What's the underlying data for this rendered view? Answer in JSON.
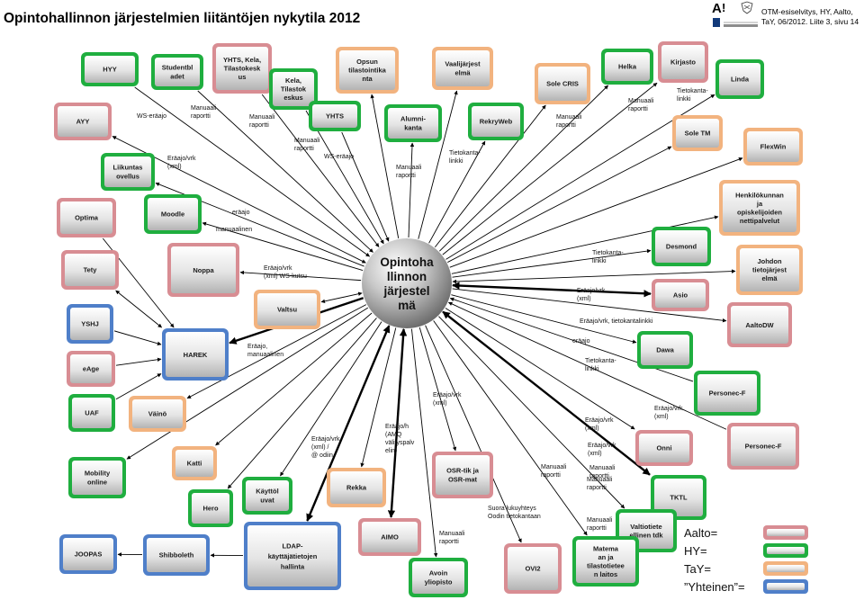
{
  "title": "Opintohallinnon järjestelmien liitäntöjen nykytila 2012",
  "header_note": [
    "OTM-esiselvitys, HY, Aalto,",
    "TaY, 06/2012. Liite 3, sivu 14"
  ],
  "colors": {
    "aalto": "#d88d93",
    "hy": "#1fae3f",
    "tay": "#f2b37f",
    "shared": "#4f7fc9"
  },
  "center": {
    "lines": [
      "Opintoha",
      "llinnon",
      "järjestel",
      "mä"
    ]
  },
  "nodes": [
    {
      "id": "hyy",
      "lines": [
        "HYY"
      ],
      "color": "hy"
    },
    {
      "id": "studentbladet",
      "lines": [
        "Studentbl",
        "adet"
      ],
      "color": "hy"
    },
    {
      "id": "yhts-kela",
      "lines": [
        "YHTS, Kela,",
        "Tilastokesk",
        "us"
      ],
      "color": "aalto"
    },
    {
      "id": "kela-tilastokeskus",
      "lines": [
        "Kela,",
        "Tilastok",
        "eskus"
      ],
      "color": "hy"
    },
    {
      "id": "opsun",
      "lines": [
        "Opsun",
        "tilastointika",
        "nta"
      ],
      "color": "tay"
    },
    {
      "id": "vaalijarjestelma",
      "lines": [
        "Vaalijärjest",
        "elmä"
      ],
      "color": "tay"
    },
    {
      "id": "sole-cris",
      "lines": [
        "Sole CRIS"
      ],
      "color": "tay"
    },
    {
      "id": "helka",
      "lines": [
        "Helka"
      ],
      "color": "hy"
    },
    {
      "id": "kirjasto",
      "lines": [
        "Kirjasto"
      ],
      "color": "aalto"
    },
    {
      "id": "linda",
      "lines": [
        "Linda"
      ],
      "color": "hy"
    },
    {
      "id": "ayy",
      "lines": [
        "AYY"
      ],
      "color": "aalto"
    },
    {
      "id": "yhts",
      "lines": [
        "YHTS"
      ],
      "color": "hy"
    },
    {
      "id": "alumnikanta",
      "lines": [
        "Alumni-",
        "kanta"
      ],
      "color": "hy"
    },
    {
      "id": "rekryweb",
      "lines": [
        "RekryWeb"
      ],
      "color": "hy"
    },
    {
      "id": "sole-tm",
      "lines": [
        "Sole TM"
      ],
      "color": "tay"
    },
    {
      "id": "flexwin",
      "lines": [
        "FlexWin"
      ],
      "color": "tay"
    },
    {
      "id": "liikuntasovellus",
      "lines": [
        "Liikuntas",
        "ovellus"
      ],
      "color": "hy"
    },
    {
      "id": "henkilokunnan",
      "lines": [
        "Henkilökunnan",
        "ja",
        "opiskelijoiden",
        "nettipalvelut"
      ],
      "color": "tay"
    },
    {
      "id": "optima",
      "lines": [
        "Optima"
      ],
      "color": "aalto"
    },
    {
      "id": "moodle",
      "lines": [
        "Moodle"
      ],
      "color": "hy"
    },
    {
      "id": "desmond",
      "lines": [
        "Desmond"
      ],
      "color": "hy"
    },
    {
      "id": "tety",
      "lines": [
        "Tety"
      ],
      "color": "aalto"
    },
    {
      "id": "noppa",
      "lines": [
        "Noppa"
      ],
      "color": "aalto"
    },
    {
      "id": "johdon",
      "lines": [
        "Johdon",
        "tietojärjest",
        "elmä"
      ],
      "color": "tay"
    },
    {
      "id": "asio",
      "lines": [
        "Asio"
      ],
      "color": "aalto"
    },
    {
      "id": "yshj",
      "lines": [
        "YSHJ"
      ],
      "color": "shared"
    },
    {
      "id": "valtsu",
      "lines": [
        "Valtsu"
      ],
      "color": "tay"
    },
    {
      "id": "aaltodw",
      "lines": [
        "AaltoDW"
      ],
      "color": "aalto"
    },
    {
      "id": "harek",
      "lines": [
        "HAREK"
      ],
      "color": "shared"
    },
    {
      "id": "dawa",
      "lines": [
        "Dawa"
      ],
      "color": "hy"
    },
    {
      "id": "eage",
      "lines": [
        "eAge"
      ],
      "color": "aalto"
    },
    {
      "id": "personec-f-hy",
      "lines": [
        "Personec-F"
      ],
      "color": "hy"
    },
    {
      "id": "uaf",
      "lines": [
        "UAF"
      ],
      "color": "hy"
    },
    {
      "id": "vaino",
      "lines": [
        "Väinö"
      ],
      "color": "tay"
    },
    {
      "id": "onni",
      "lines": [
        "Onni"
      ],
      "color": "aalto"
    },
    {
      "id": "personec-f-aalto",
      "lines": [
        "Personec-F"
      ],
      "color": "aalto"
    },
    {
      "id": "katti",
      "lines": [
        "Katti"
      ],
      "color": "tay"
    },
    {
      "id": "mobility-online",
      "lines": [
        "Mobility",
        "online"
      ],
      "color": "hy"
    },
    {
      "id": "osr-tik",
      "lines": [
        "OSR-tik ja",
        "OSR-mat"
      ],
      "color": "aalto"
    },
    {
      "id": "rekka",
      "lines": [
        "Rekka"
      ],
      "color": "tay"
    },
    {
      "id": "kayttoluvat",
      "lines": [
        "Käyttöl",
        "uvat"
      ],
      "color": "hy"
    },
    {
      "id": "hero",
      "lines": [
        "Hero"
      ],
      "color": "hy"
    },
    {
      "id": "tktl",
      "lines": [
        "TKTL"
      ],
      "color": "hy"
    },
    {
      "id": "valtiotieteellinen",
      "lines": [
        "Valtiotiete",
        "ellinen tdk"
      ],
      "color": "hy"
    },
    {
      "id": "joopas",
      "lines": [
        "JOOPAS"
      ],
      "color": "shared"
    },
    {
      "id": "shibboleth",
      "lines": [
        "Shibboleth"
      ],
      "color": "shared"
    },
    {
      "id": "ldap",
      "lines": [
        "LDAP-",
        "käyttäjätietojen",
        "hallinta"
      ],
      "color": "shared"
    },
    {
      "id": "aimo",
      "lines": [
        "AIMO"
      ],
      "color": "aalto"
    },
    {
      "id": "avoin-yliopisto",
      "lines": [
        "Avoin",
        "yliopisto"
      ],
      "color": "hy"
    },
    {
      "id": "ovi2",
      "lines": [
        "OVI2"
      ],
      "color": "aalto"
    },
    {
      "id": "matemaattinen",
      "lines": [
        "Matema",
        "an ja",
        "tilastotietee",
        "n laitos"
      ],
      "color": "hy"
    }
  ],
  "edge_labels": [
    {
      "id": "ws-eraajo-1",
      "lines": [
        "WS-eräajo"
      ]
    },
    {
      "id": "manuaali-raportti-1",
      "lines": [
        "Manuaali",
        "raportti"
      ]
    },
    {
      "id": "manuaali-raportti-2",
      "lines": [
        "Manuaali",
        "raportti"
      ]
    },
    {
      "id": "manuaali-raportti-3",
      "lines": [
        "Manuaali",
        "raportti"
      ]
    },
    {
      "id": "ws-eraajo-2",
      "lines": [
        "WS-eräajo"
      ]
    },
    {
      "id": "manuaali-raportti-4",
      "lines": [
        "Manuaali",
        "raportti"
      ]
    },
    {
      "id": "tietokantalinkki-1",
      "lines": [
        "Tietokanta-",
        "linkki"
      ]
    },
    {
      "id": "manuaali-raportti-5",
      "lines": [
        "Manuaali",
        "raportti"
      ]
    },
    {
      "id": "manuaali-raportti-6",
      "lines": [
        "Manuaali",
        "raportti"
      ]
    },
    {
      "id": "tietokantalinkki-2",
      "lines": [
        "Tietokanta-",
        "linkki"
      ]
    },
    {
      "id": "eraajo-vrk-xml-1",
      "lines": [
        "Eräajo/vrk",
        "(xml)"
      ]
    },
    {
      "id": "eraajo",
      "lines": [
        "eräajo"
      ]
    },
    {
      "id": "manuaalinen",
      "lines": [
        "manuaalinen"
      ]
    },
    {
      "id": "tietokantalinkki-3",
      "lines": [
        "Tietokanta-",
        "linkki"
      ]
    },
    {
      "id": "eraajo-ws-kutsu",
      "lines": [
        "Eräajo/vrk",
        "(xml) WS-kutsu"
      ]
    },
    {
      "id": "eraajo-vrk-xml-2",
      "lines": [
        "Eräajo/vrk",
        "(xml)"
      ]
    },
    {
      "id": "eraajo-tietokantalinkki",
      "lines": [
        "Eräajo/vrk, tietokantalinkki"
      ]
    },
    {
      "id": "eraajo-manuaalinen",
      "lines": [
        "Eräajo,",
        "manuaalinen"
      ]
    },
    {
      "id": "eraajo-2",
      "lines": [
        "eräajo"
      ]
    },
    {
      "id": "tietokantalinkki-4",
      "lines": [
        "Tietokanta-",
        "linkki"
      ]
    },
    {
      "id": "eraajo-vrk-xml-3",
      "lines": [
        "Eräajo/vrk",
        "(xml)"
      ]
    },
    {
      "id": "eraajo-vrk-xml-4",
      "lines": [
        "Eräajo/vrk",
        "(xml)"
      ]
    },
    {
      "id": "eraajo-vrk-xml-5",
      "lines": [
        "Eräajo/vrk",
        "(xml)"
      ]
    },
    {
      "id": "manuaali-raportti-7",
      "lines": [
        "Manuaali",
        "raportti"
      ]
    },
    {
      "id": "eraajo-vrk-xml-odin",
      "lines": [
        "Eräajo/vrk",
        "(xml) /",
        "@ odiin"
      ]
    },
    {
      "id": "eraajo-h-amq",
      "lines": [
        "Eräajo/h",
        "(AMQ",
        "välityspalv",
        "elin)"
      ]
    },
    {
      "id": "eraajo-vrk-xml-6",
      "lines": [
        "Eräajo/vrk",
        "(xml)"
      ]
    },
    {
      "id": "manuaali-raportti-8",
      "lines": [
        "Manuaali",
        "raportti"
      ]
    },
    {
      "id": "manuaali-raportti-9",
      "lines": [
        "Manuaali",
        "raportti"
      ]
    },
    {
      "id": "manuaali-raportti-10",
      "lines": [
        "Manuaali",
        "raportti"
      ]
    },
    {
      "id": "suora-lukuyhteys",
      "lines": [
        "Suora lukuyhteys",
        "Oodin tietokantaan"
      ]
    },
    {
      "id": "manuaali-raportti-11",
      "lines": [
        "Manuaali",
        "raportti"
      ]
    }
  ],
  "legend": [
    {
      "label": "Aalto=",
      "color": "aalto"
    },
    {
      "label": "HY=",
      "color": "hy"
    },
    {
      "label": "TaY=",
      "color": "tay"
    },
    {
      "label": "”Yhteinen”=",
      "color": "shared"
    }
  ]
}
